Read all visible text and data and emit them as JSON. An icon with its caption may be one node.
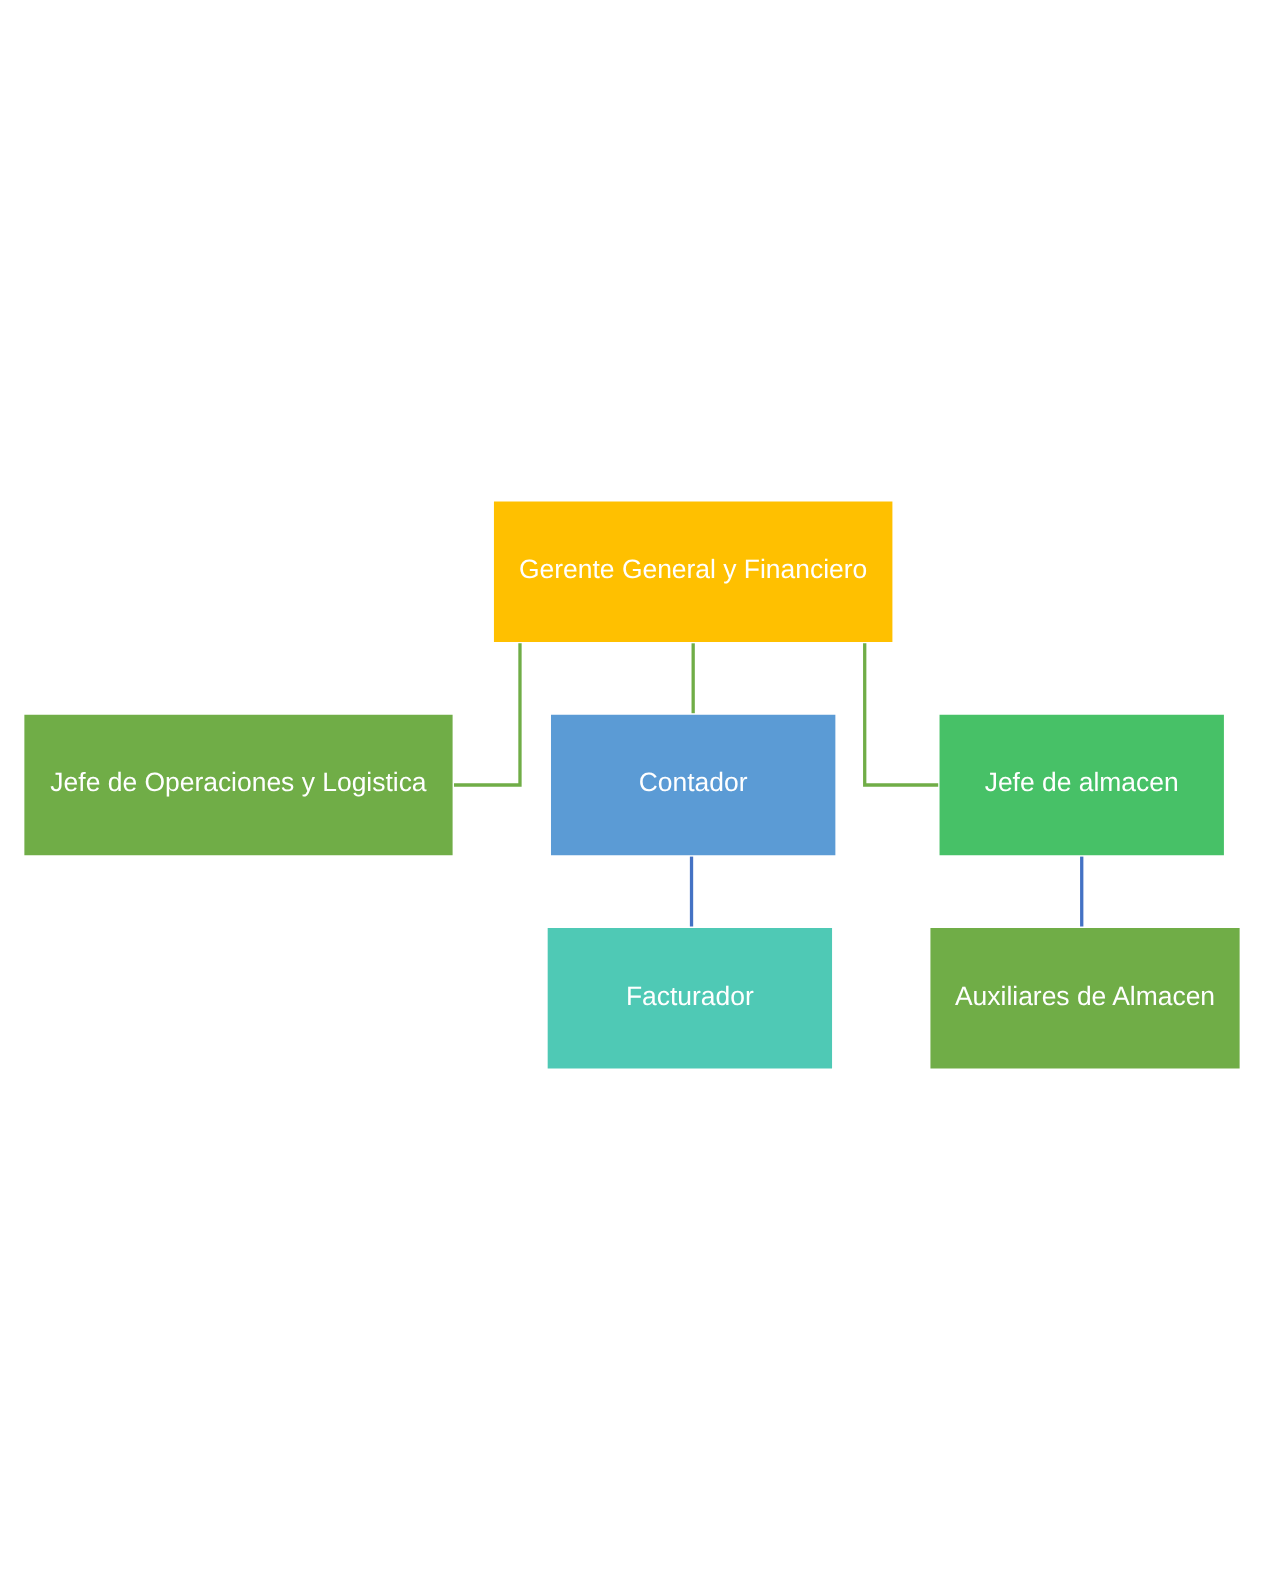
{
  "diagram": {
    "nodes": [
      {
        "text": [
          "Gerente General y Financiero"
        ]
      },
      {
        "text": [
          "Jefe de Operaciones y Logistica"
        ]
      },
      {
        "text": [
          "Contador"
        ]
      },
      {
        "text": [
          "Jefe de almacen"
        ]
      },
      {
        "text": [
          "Facturador"
        ]
      },
      {
        "text": [
          "Auxiliares de Almacen"
        ]
      }
    ],
    "edges": [
      {
        "from": 0,
        "to": 1,
        "arrow": "none"
      },
      {
        "from": 0,
        "to": 2,
        "arrow": "none"
      },
      {
        "from": 0,
        "to": 3,
        "arrow": "none"
      },
      {
        "from": 2,
        "to": 4,
        "arrow": "none",
        "color": "#4472c4"
      },
      {
        "from": 3,
        "to": 5,
        "arrow": "none",
        "color": "#4472c4"
      }
    ]
  }
}
